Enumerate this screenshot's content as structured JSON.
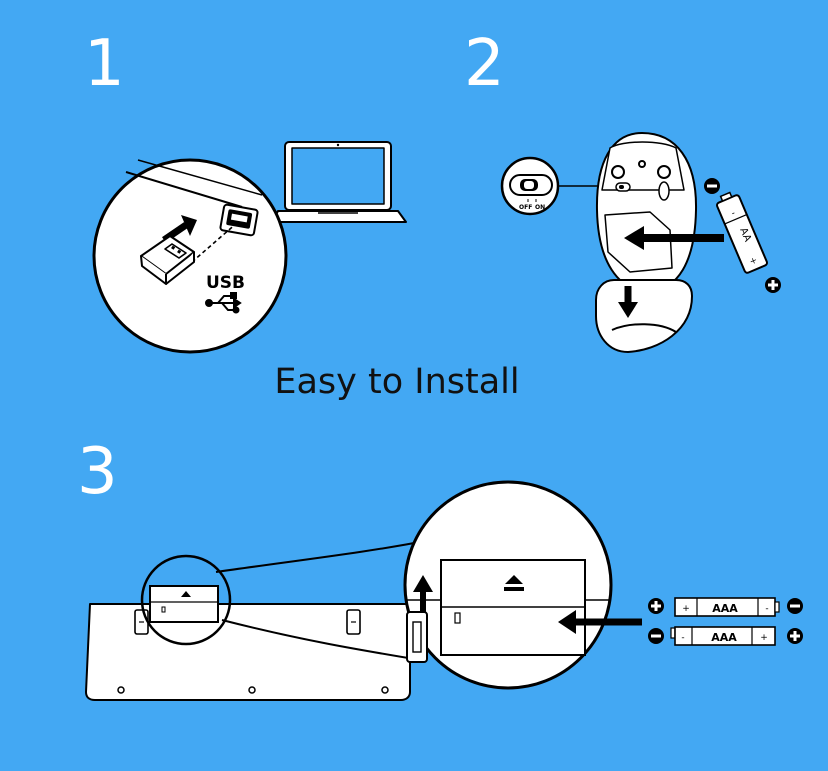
{
  "steps": [
    "1",
    "2",
    "3"
  ],
  "headline": "Easy to Install",
  "usb_label": "USB",
  "switch_labels": {
    "off": "OFF",
    "on": "ON"
  },
  "battery_mouse": "AA",
  "battery_keyboard": "AAA",
  "polarity": {
    "plus": "+",
    "minus": "-"
  },
  "colors": {
    "background": "#43a8f3",
    "line": "#000000",
    "fill": "#ffffff"
  }
}
